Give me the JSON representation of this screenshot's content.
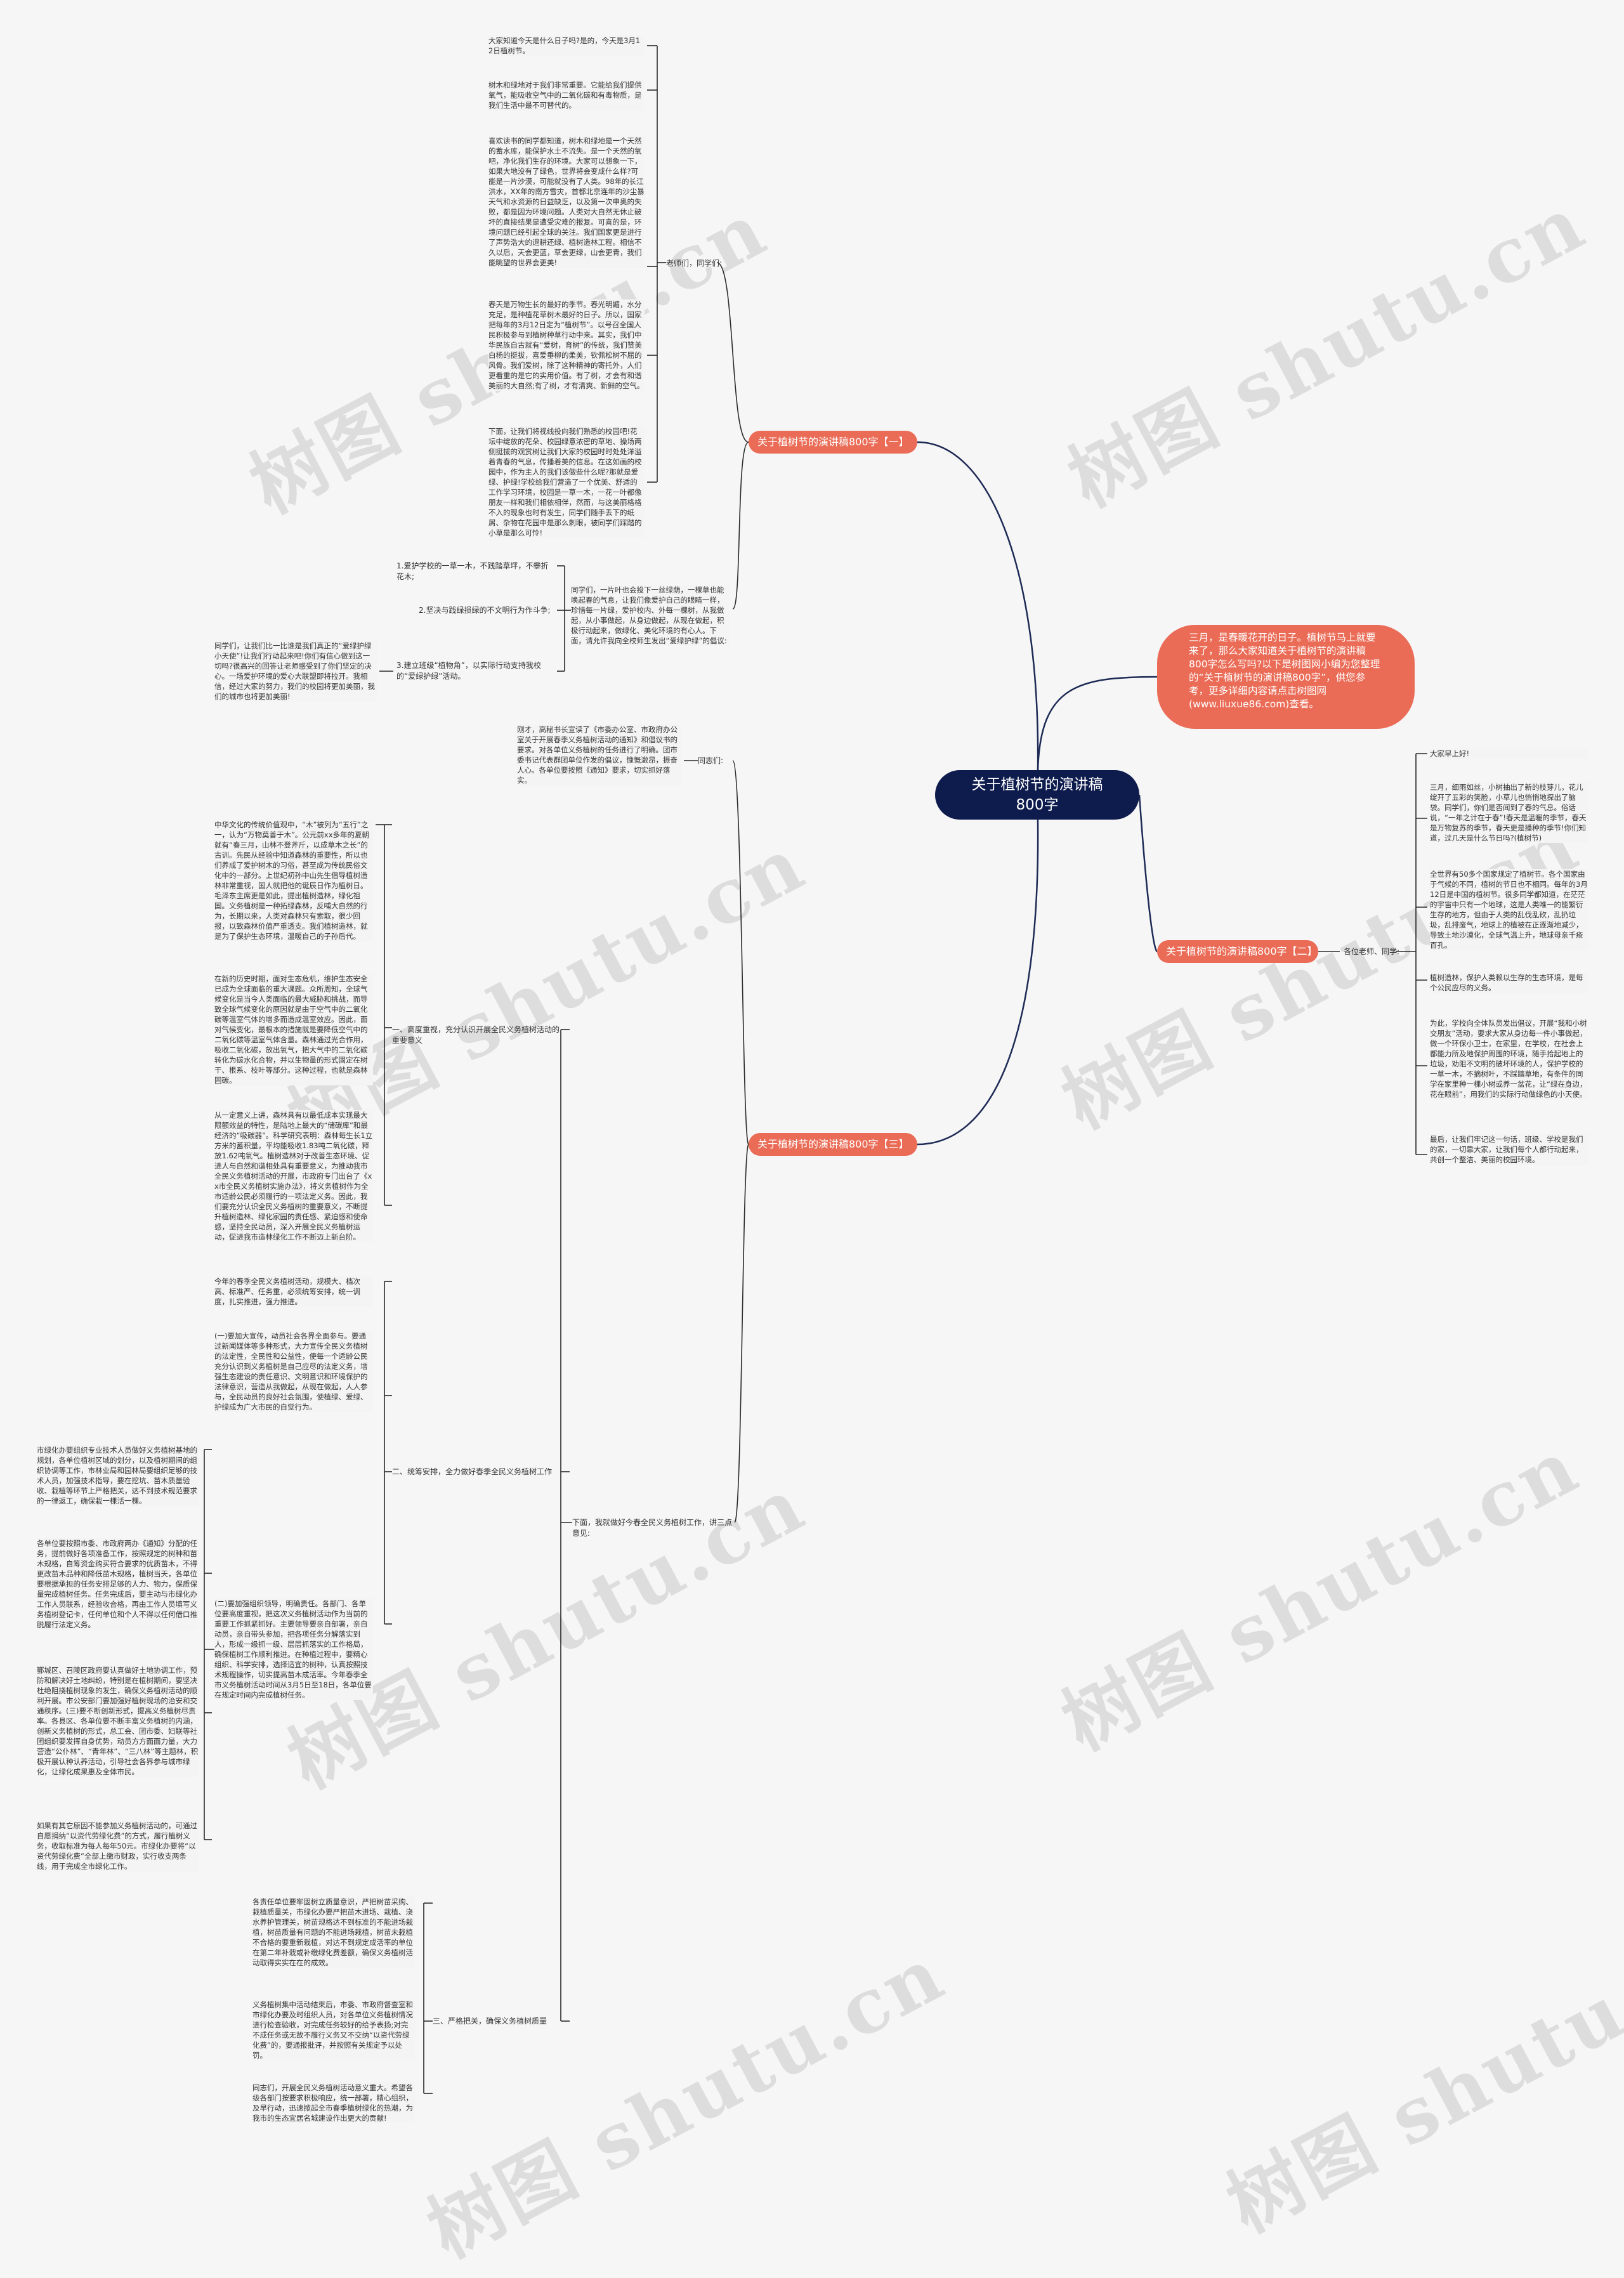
{
  "watermark": "树图 shutu.cn",
  "root": {
    "title": "关于植树节的演讲稿800字"
  },
  "intro": {
    "text": "三月，是春暖花开的日子。植树节马上就要来了，那么大家知道关于植树节的演讲稿800字怎么写吗?以下是树图网小编为您整理的“关于植树节的演讲稿800字”，供您参考，更多详细内容请点击树图网(www.liuxue86.com)查看。"
  },
  "branch1": {
    "title": "关于植树节的演讲稿800字【一】",
    "greeting": "老师们，同学们:",
    "paras": [
      "大家知道今天是什么日子吗?是的，今天是3月12日植树节。",
      "树木和绿地对于我们非常重要。它能给我们提供氧气，能吸收空气中的二氧化碳和有毒物质，是我们生活中最不可替代的。",
      "喜欢读书的同学都知道，树木和绿地是一个天然的蓄水库，能保护水土不流失。是一个天然的氧吧，净化我们生存的环境。大家可以想象一下，如果大地没有了绿色，世界将会变成什么样?可能是一片沙漠，可能就没有了人类。98年的长江洪水，XX年的南方雪灾，首都北京连年的沙尘暴天气和水资源的日益缺乏，以及第一次申奥的失败，都是因为环境问题。人类对大自然无休止破坏的直接结果是遭受灾难的报复。可喜的是，环境问题已经引起全球的关注。我们国家更是进行了声势浩大的退耕还绿、植树造林工程。相信不久以后，天会更蓝，草会更绿，山会更青，我们能眺望的世界会更美!",
      "春天是万物生长的最好的季节。春光明媚，水分充足，是种植花草树木最好的日子。所以，国家把每年的3月12日定为“植树节”。以号召全国人民积极参与到植树种草行动中来。其实，我们中华民族自古就有“爱树，育树”的传统，我们赞美白杨的挺拔，喜爱垂柳的柔美，钦佩松树不屈的风骨。我们爱树，除了这种精神的寄托外，人们更看重的是它的实用价值。有了树，才会有和谐美丽的大自然;有了树，才有清爽、新鲜的空气。",
      "下面，让我们将视线投向我们熟悉的校园吧!花坛中绽放的花朵、校园绿意浓密的草地、操场两侧挺拔的观赏树让我们大家的校园时时处处洋溢着青春的气息，传播着美的信息。在这如画的校园中，作为主人的我们该做些什么呢?那就是爱绿、护绿!学校给我们营造了一个优美、舒适的工作学习环境，校园是一草一木，一花一叶都像朋友一样和我们相依相伴，然而，与这美丽格格不入的现象也时有发生，同学们随手丢下的纸屑、杂物在花园中是那么刺眼，被同学们踩踏的小草是那么可怜!",
      "同学们，一片叶也会投下一丝绿荫，一棵草也能唤起春的气息，让我们像爱护自己的眼睛一样，珍惜每一片绿，爱护校内、外每一棵树，从我做起，从小事做起，从身边做起，从现在做起，积极行动起来，做绿化、美化环境的有心人。下面，请允许我向全校师生发出“爱绿护绿”的倡议:"
    ],
    "items": [
      "1.爱护学校的一草一木，不践踏草坪，不攀折花木;",
      "2.坚决与践绿损绿的不文明行为作斗争;",
      "3.建立班级“植物角”，以实际行动支持我校的“爱绿护绿”活动。"
    ],
    "closing": "同学们，让我们比一比谁是我们真正的“爱绿护绿小天使”!让我们行动起来吧!你们有信心做到这一切吗?很高兴的回答让老师感受到了你们坚定的决心。一场爱护环境的爱心大联盟即将拉开。我相信，经过大家的努力，我们的校园将更加美丽，我们的城市也将更加美丽!"
  },
  "branch2": {
    "title": "关于植树节的演讲稿800字【二】",
    "greeting": "各位老师、同学:",
    "paras": [
      "大家早上好!",
      "三月，细雨如丝，小树抽出了新的枝芽儿，花儿绽开了五彩的笑脸，小草儿也悄悄地探出了脑袋。同学们，你们是否闻到了春的气息。俗话说，“一年之计在于春”!春天是温暖的季节，春天是万物复苏的季节，春天更是播种的季节!你们知道，过几天是什么节日吗?(植树节)",
      "全世界有50多个国家规定了植树节。各个国家由于气候的不同，植树的节日也不相同。每年的3月12日是中国的植树节。很多同学都知道，在茫茫的宇宙中只有一个地球，这是人类唯一的能繁衍生存的地方，但由于人类的乱伐乱砍，乱扔垃圾，乱排废气，地球上的植被在正逐渐地减少，导致土地沙漠化，全球气温上升，地球母亲千疮百孔。",
      "植树造林，保护人类赖以生存的生态环境，是每个公民应尽的义务。",
      "为此，学校向全体队员发出倡议，开展“我和小树交朋友”活动，要求大家从身边每一件小事做起，做一个环保小卫士，在家里，在学校，在社会上都能力所及地保护周围的环境，随手拾起地上的垃圾，劝阻不文明的破坏环境的人，保护学校的一草一木，不摘树叶，不踩踏草地，有条件的同学在家里种一棵小树或养一盆花，让“绿在身边，花在眼前”，用我们的实际行动做绿色的小天使。",
      "最后，让我们牢记这一句话，班级、学校是我们的家，一切靠大家，让我们每个人都行动起来，共创一个整洁、美丽的校园环境。"
    ]
  },
  "branch3": {
    "title": "关于植树节的演讲稿800字【三】",
    "greeting": "同志们:",
    "opening": "刚才，高秘书长宣读了《市委办公室、市政府办公室关于开展春季义务植树活动的通知》和倡议书的要求。对各单位义务植树的任务进行了明确。团市委书记代表群团单位作发的倡议，慷慨激昂，振奋人心。各单位要按照《通知》要求，切实抓好落实。",
    "transition": "下面，我就做好今春全民义务植树工作，讲三点意见:",
    "sec1": {
      "title": "一、高度重视，充分认识开展全民义务植树活动的重要意义",
      "paras": [
        "中华文化的传统价值观中，“木”被列为“五行”之一，认为“万物莫善于木”。公元前xx多年的夏朝就有“春三月，山林不登斧斤，以成草木之长”的古训。先民从经验中知道森林的重要性，所以也们养成了爱护树木的习俗，甚至成为传统民俗文化中的一部分。上世纪初孙中山先生倡导植树造林非常重视，国人就把他的诞辰日作为植树日。毛泽东主席更是如此，提出植树造林，绿化祖国。义务植树是一种拓绿森林，反哺大自然的行为，长期以来，人类对森林只有索取，很少回报，以致森林价值严重透支。我们植树造林，就是为了保护生态环境，温暖自己的子孙后代。",
        "在新的历史时期，面对生态危机，维护生态安全已成为全球面临的重大课题。众所周知，全球气候变化是当今人类面临的最大威胁和挑战，而导致全球气候变化的原因就是由于空气中的二氧化碳等温室气体的增多而造成温室效应。因此，面对气候变化，最根本的措施就是要降低空气中的二氧化碳等温室气体含量。森林通过光合作用，吸收二氧化碳，放出氧气，把大气中的二氧化碳转化为碳水化合物，并以生物量的形式固定在树干、根系、枝叶等部分。这种过程，也就是森林固碳。",
        "从一定意义上讲，森林具有以最低成本实现最大限额效益的特性，是陆地上最大的“储碳库”和最经济的“吸碳器”。科学研究表明：森林每生长1立方米的蓄积量，平均能吸收1.83吨二氧化碳，释放1.62吨氧气。植树造林对于改善生态环境、促进人与自然和谐相处具有重要意义，为推动我市全民义务植树活动的开展，市政府专门出台了《xx市全民义务植树实施办法》，将义务植树作为全市适龄公民必须履行的一项法定义务。因此，我们要充分认识全民义务植树的重要意义，不断提升植树造林、绿化家园的责任感、紧迫感和使命感，坚持全民动员，深入开展全民义务植树运动，促进我市造林绿化工作不断迈上新台阶。"
      ]
    },
    "sec2": {
      "title": "二、统筹安排，全力做好春季全民义务植树工作",
      "paras": [
        "今年的春季全民义务植树活动，规模大、档次高、标准严、任务重，必须统筹安排，统一调度，扎实推进，强力推进。",
        "(一)要加大宣传，动员社会各界全面参与。要通过新闻媒体等多种形式，大力宣传全民义务植树的法定性，全民性和公益性，使每一个适龄公民充分认识到义务植树是自己应尽的法定义务，增强生态建设的责任意识、文明意识和环境保护的法律意识，营造从我做起，从现在做起，人人参与，全民动员的良好社会氛围，使植绿、爱绿、护绿成为广大市民的自觉行为。",
        "(二)要加强组织领导，明确责任。各部门、各单位要高度重视，把这次义务植树活动作为当前的重要工作抓紧抓好。主要领导要亲自部署，亲自动员，亲自带头参加，把各项任务分解落实到人，形成一级抓一级、层层抓落实的工作格局，确保植树工作顺利推进。在种植过程中，要精心组织、科学安排，选择适宜的树种，认真按照技术规程操作，切实提高苗木成活率。今年春季全市义务植树活动时间从3月5日至18日，各单位要在规定时间内完成植树任务。",
        "市绿化办要组织专业技术人员做好义务植树基地的规划，各单位植树区域的划分，以及植树期间的组织协调等工作，市林业局和园林局要组织足够的技术人员，加强技术指导，要在挖坑、苗木质量验收、栽植等环节上严格把关，达不到技术规范要求的一律返工，确保栽一棵活一棵。",
        "各单位要按照市委、市政府两办《通知》分配的任务，提前做好各项准备工作，按照规定的树种和苗木规格，自筹资金购买符合要求的优质苗木，不得更改苗木品种和降低苗木规格，植树当天，各单位要根据承担的任务安排足够的人力、物力，保质保量完成植树任务。任务完成后，要主动与市绿化办工作人员联系，经验收合格，再由工作人员填写义务植树登记卡，任何单位和个人不得以任何借口推脱履行法定义务。",
        "鄞城区、召陵区政府要认真做好土地协调工作，预防和解决好土地纠纷，特别是在植树期间，要坚决杜绝阻挠植树现象的发生，确保义务植树活动的顺利开展。市公安部门要加强好植树现场的治安和交通秩序。(三)要不断创新形式，提高义务植树尽责率。各县区、各单位要不断丰富义务植树的内涵，创新义务植树的形式，总工会、团市委、妇联等社团组织要发挥自身优势，动员方方面面力量，大力营造“公仆林”、“青年林”、“三八林”等主题林，积极开展认种认养活动，引导社会各界参与城市绿化，让绿化成果惠及全体市民。",
        "如果有其它原因不能参加义务植树活动的，可通过自愿捐纳“以资代劳绿化费”的方式，履行植树义务，收取标准为每人每年50元。市绿化办要将“以资代劳绿化费”全部上缴市财政，实行收支两条线，用于完成全市绿化工作。"
      ]
    },
    "sec3": {
      "title": "三、严格把关，确保义务植树质量",
      "paras": [
        "各责任单位要牢固树立质量意识，严把树苗采购、栽植质量关，市绿化办要严把苗木进场、栽植、浇水养护管理关，树苗规格达不到标准的不能进场栽植，树苗质量有问题的不能进场栽植，树苗未栽植不合格的要重新栽植，对达不到规定成活率的单位在第二年补栽或补缴绿化费差额，确保义务植树活动取得实实在在的成效。",
        "义务植树集中活动结束后，市委、市政府督查室和市绿化办要及时组织人员，对各单位义务植树情况进行检查验收，对完成任务较好的给予表扬;对完不成任务或无故不履行义务又不交纳“以资代劳绿化费”的，要通报批评，并按照有关规定予以处罚。",
        "同志们，开展全民义务植树活动意义重大。希望各级各部门按要求积极响应，统一部署，精心组织，及早行动，迅速掀起全市春季植树绿化的热潮，为我市的生态宜居名城建设作出更大的贡献!"
      ]
    }
  }
}
